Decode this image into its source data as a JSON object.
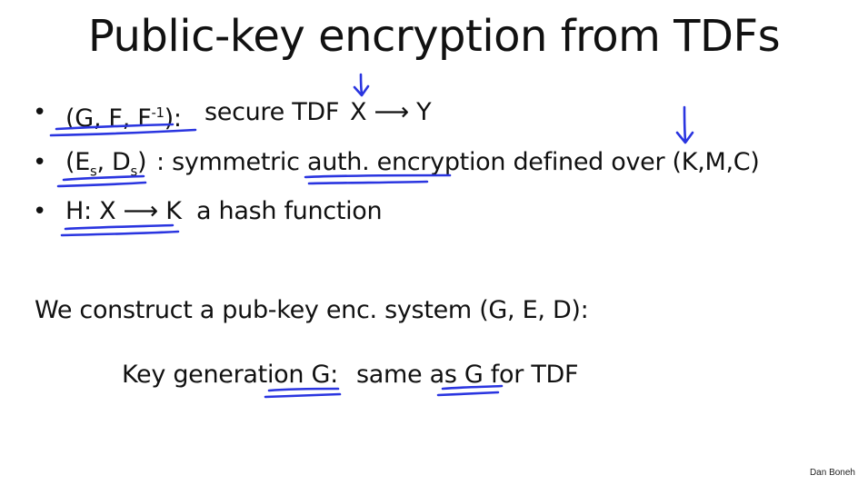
{
  "slide": {
    "title": "Public-key encryption from TDFs",
    "bullets": [
      {
        "term_prefix": "(G, F, F",
        "term_sup": "-1",
        "term_suffix": "):",
        "desc": "secure TDF",
        "map": "X ⟶ Y"
      },
      {
        "term_prefix": "(E",
        "sub1": "s",
        "mid": ", D",
        "sub2": "s",
        "term_suffix": ")",
        "desc": ":   symmetric auth. encryption defined over (K,M,C)"
      },
      {
        "term": "H: X ⟶ K",
        "desc": "a hash function"
      }
    ],
    "construct_line": "We construct a pub-key enc. system (G, E, D):",
    "keygen_label": "Key generation G:",
    "keygen_desc": "same as G for TDF",
    "bullet_char": "•",
    "author": "Dan Boneh"
  },
  "ink_color": "#2a35e0"
}
